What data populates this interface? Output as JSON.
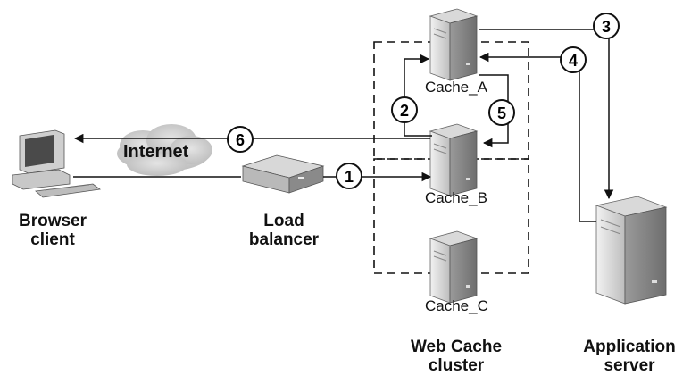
{
  "nodes": {
    "browser_client": {
      "line1": "Browser",
      "line2": "client"
    },
    "load_balancer": {
      "line1": "Load",
      "line2": "balancer"
    },
    "internet": {
      "label": "Internet"
    },
    "cache_a": {
      "label": "Cache_A"
    },
    "cache_b": {
      "label": "Cache_B"
    },
    "cache_c": {
      "label": "Cache_C"
    },
    "web_cache_cluster": {
      "line1": "Web Cache",
      "line2": "cluster"
    },
    "application_server": {
      "line1": "Application",
      "line2": "server"
    }
  },
  "steps": [
    "1",
    "2",
    "3",
    "4",
    "5",
    "6"
  ],
  "icons": {
    "browser_client": "desktop-computer-icon",
    "load_balancer": "load-balancer-icon",
    "internet": "cloud-icon",
    "server": "tower-server-icon"
  }
}
